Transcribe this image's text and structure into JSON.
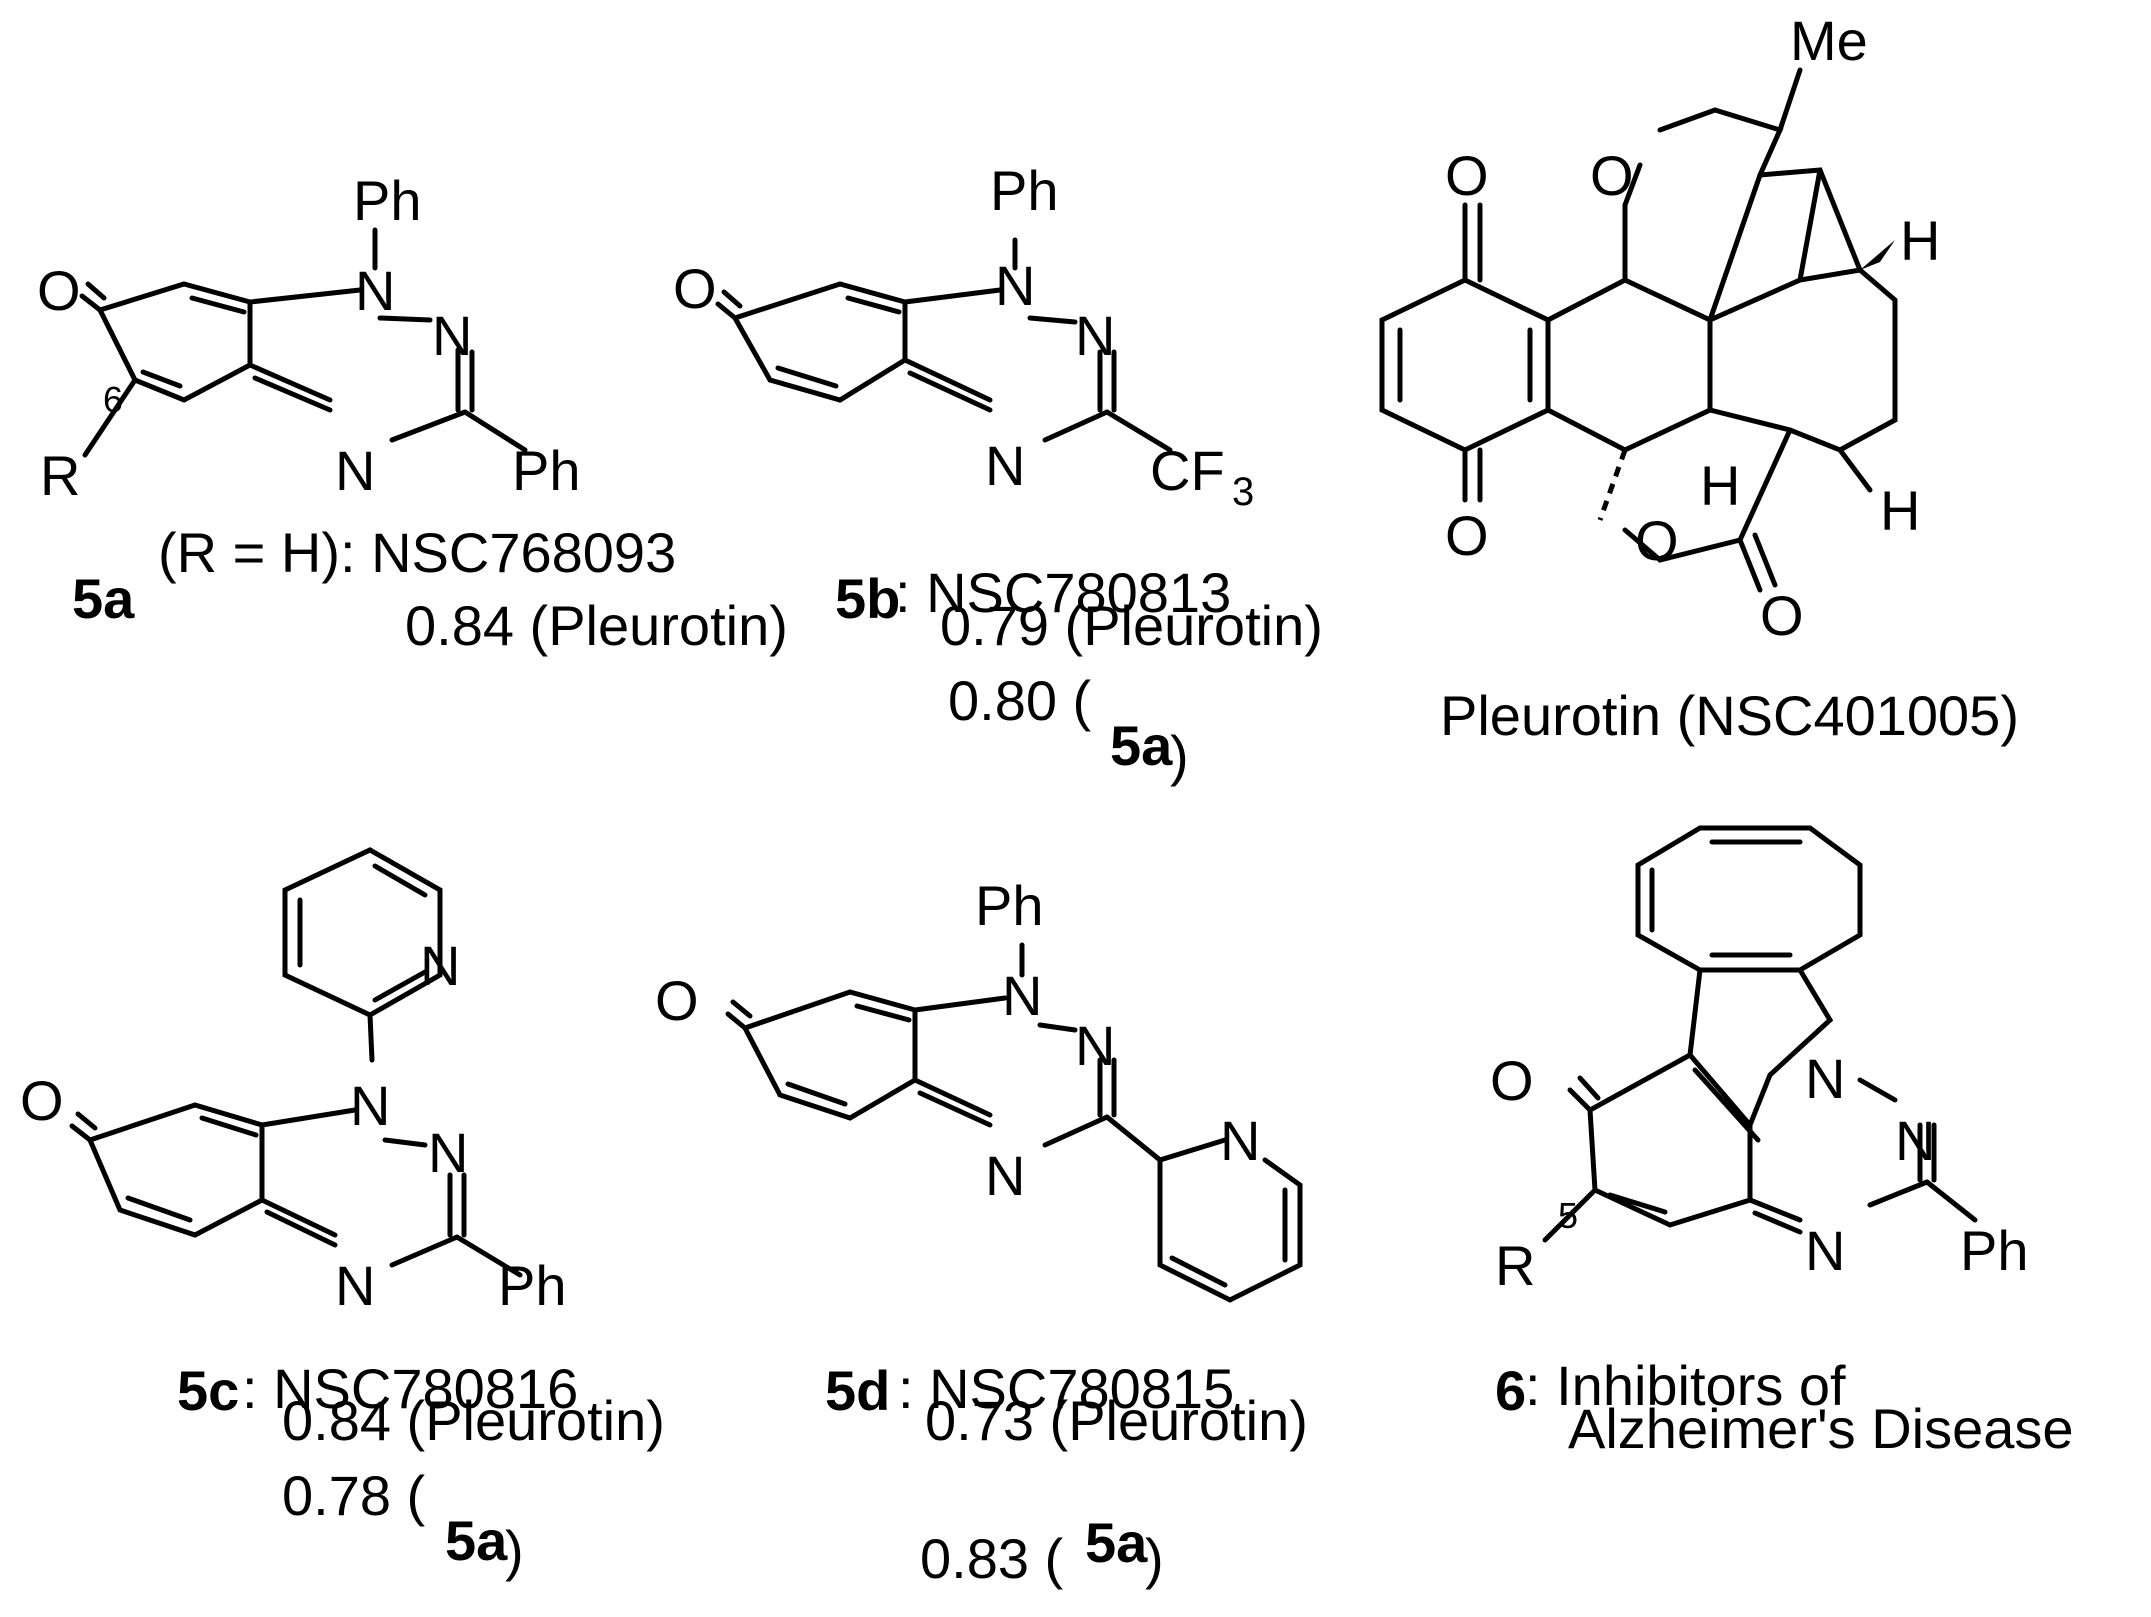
{
  "compounds": {
    "c5a": {
      "id": "5a",
      "r_note": "(R = H): NSC768093",
      "value1": "0.84 (Pleurotin)"
    },
    "c5b": {
      "id": "5b",
      "nsc": ": NSC780813",
      "value1": "0.79 (Pleurotin)",
      "value2_prefix": "0.80 (",
      "ref": "5a",
      "close": ")"
    },
    "pleurotin": {
      "caption": "Pleurotin (NSC401005)"
    },
    "c5c": {
      "id": "5c",
      "nsc": ": NSC780816",
      "value1": "0.84 (Pleurotin)",
      "value2_prefix": "0.78 (",
      "ref": "5a",
      "close": ")"
    },
    "c5d": {
      "id": "5d",
      "nsc": ": NSC780815",
      "value1": "0.73 (Pleurotin)",
      "value2_prefix": "0.83 (",
      "ref": "5a",
      "close": ")"
    },
    "c6": {
      "id": "6",
      "desc_line1": ": Inhibitors of",
      "desc_line2": "Alzheimer's Disease"
    }
  },
  "atoms": {
    "ph": "Ph",
    "o": "O",
    "n": "N",
    "r": "R",
    "h": "H",
    "me": "Me",
    "cf": "CF",
    "three": "3",
    "pos6": "6",
    "pos5": "5"
  }
}
